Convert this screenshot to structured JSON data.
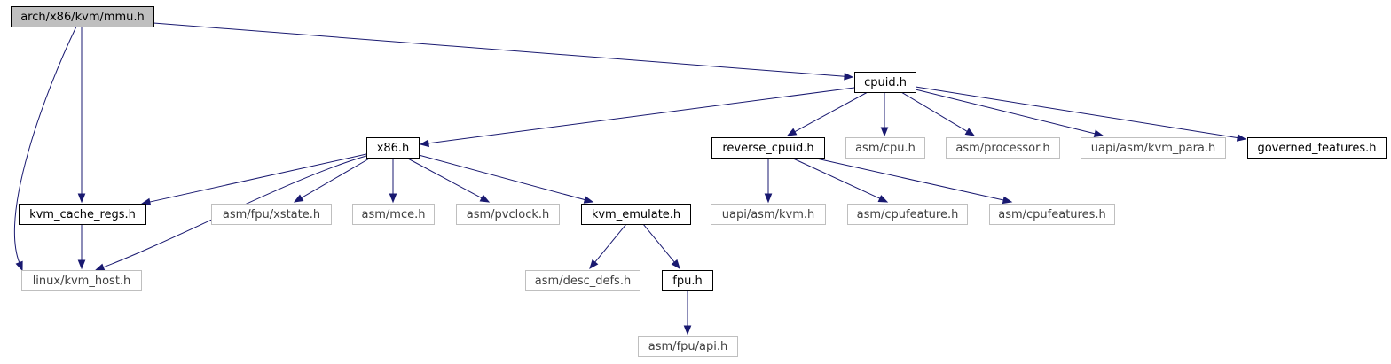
{
  "diagram": {
    "colors": {
      "edge": "#191970",
      "root_fill": "#bfbfbf",
      "local_stroke": "#000000",
      "external_stroke": "#bfbfbf",
      "text": "#000000",
      "external_text": "#404040"
    },
    "nodes": [
      {
        "id": "mmu",
        "label": "arch/x86/kvm/mmu.h",
        "kind": "root"
      },
      {
        "id": "cpuid",
        "label": "cpuid.h",
        "kind": "local"
      },
      {
        "id": "x86",
        "label": "x86.h",
        "kind": "local"
      },
      {
        "id": "reverse_cpuid",
        "label": "reverse_cpuid.h",
        "kind": "local"
      },
      {
        "id": "asm_cpu",
        "label": "asm/cpu.h",
        "kind": "external"
      },
      {
        "id": "asm_processor",
        "label": "asm/processor.h",
        "kind": "external"
      },
      {
        "id": "uapi_kvm_para",
        "label": "uapi/asm/kvm_para.h",
        "kind": "external"
      },
      {
        "id": "governed",
        "label": "governed_features.h",
        "kind": "local"
      },
      {
        "id": "kvm_cache_regs",
        "label": "kvm_cache_regs.h",
        "kind": "local"
      },
      {
        "id": "fpu_xstate",
        "label": "asm/fpu/xstate.h",
        "kind": "external"
      },
      {
        "id": "asm_mce",
        "label": "asm/mce.h",
        "kind": "external"
      },
      {
        "id": "asm_pvclock",
        "label": "asm/pvclock.h",
        "kind": "external"
      },
      {
        "id": "kvm_emulate",
        "label": "kvm_emulate.h",
        "kind": "local"
      },
      {
        "id": "uapi_kvm",
        "label": "uapi/asm/kvm.h",
        "kind": "external"
      },
      {
        "id": "asm_cpufeature",
        "label": "asm/cpufeature.h",
        "kind": "external"
      },
      {
        "id": "asm_cpufeatures",
        "label": "asm/cpufeatures.h",
        "kind": "external"
      },
      {
        "id": "kvm_host",
        "label": "linux/kvm_host.h",
        "kind": "external"
      },
      {
        "id": "desc_defs",
        "label": "asm/desc_defs.h",
        "kind": "external"
      },
      {
        "id": "fpu",
        "label": "fpu.h",
        "kind": "local"
      },
      {
        "id": "fpu_api",
        "label": "asm/fpu/api.h",
        "kind": "external"
      }
    ],
    "edges": [
      {
        "from": "mmu",
        "to": "cpuid"
      },
      {
        "from": "mmu",
        "to": "kvm_cache_regs"
      },
      {
        "from": "mmu",
        "to": "kvm_host"
      },
      {
        "from": "cpuid",
        "to": "x86"
      },
      {
        "from": "cpuid",
        "to": "reverse_cpuid"
      },
      {
        "from": "cpuid",
        "to": "asm_cpu"
      },
      {
        "from": "cpuid",
        "to": "asm_processor"
      },
      {
        "from": "cpuid",
        "to": "uapi_kvm_para"
      },
      {
        "from": "cpuid",
        "to": "governed"
      },
      {
        "from": "x86",
        "to": "kvm_cache_regs"
      },
      {
        "from": "x86",
        "to": "kvm_host"
      },
      {
        "from": "x86",
        "to": "fpu_xstate"
      },
      {
        "from": "x86",
        "to": "asm_mce"
      },
      {
        "from": "x86",
        "to": "asm_pvclock"
      },
      {
        "from": "x86",
        "to": "kvm_emulate"
      },
      {
        "from": "reverse_cpuid",
        "to": "uapi_kvm"
      },
      {
        "from": "reverse_cpuid",
        "to": "asm_cpufeature"
      },
      {
        "from": "reverse_cpuid",
        "to": "asm_cpufeatures"
      },
      {
        "from": "kvm_cache_regs",
        "to": "kvm_host"
      },
      {
        "from": "kvm_emulate",
        "to": "desc_defs"
      },
      {
        "from": "kvm_emulate",
        "to": "fpu"
      },
      {
        "from": "fpu",
        "to": "fpu_api"
      }
    ]
  }
}
